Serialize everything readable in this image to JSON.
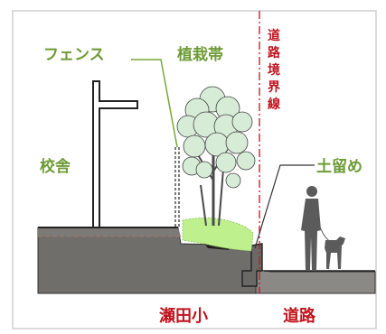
{
  "labels": {
    "fence": "フェンス",
    "planting_strip": "植栽帯",
    "boundary_line": [
      "道",
      "路",
      "境",
      "界",
      "線"
    ],
    "school_building": "校舎",
    "retaining_wall": "土留め",
    "school_name": "瀬田小",
    "road": "道路"
  },
  "colors": {
    "label_green": "#6e9b37",
    "label_red": "#c0141e",
    "ground_dark": "#6f6e6b",
    "ground_light": "#8a8985",
    "leader_green": "#78a83a",
    "boundary_red": "#c0141e",
    "foliage": "#d7ecd7",
    "hedge": "#bff08e",
    "silhouette": "#5b5b5b"
  },
  "icons": {
    "person": "person-silhouette-icon",
    "dog": "dog-silhouette-icon",
    "tree": "tree-icon"
  }
}
